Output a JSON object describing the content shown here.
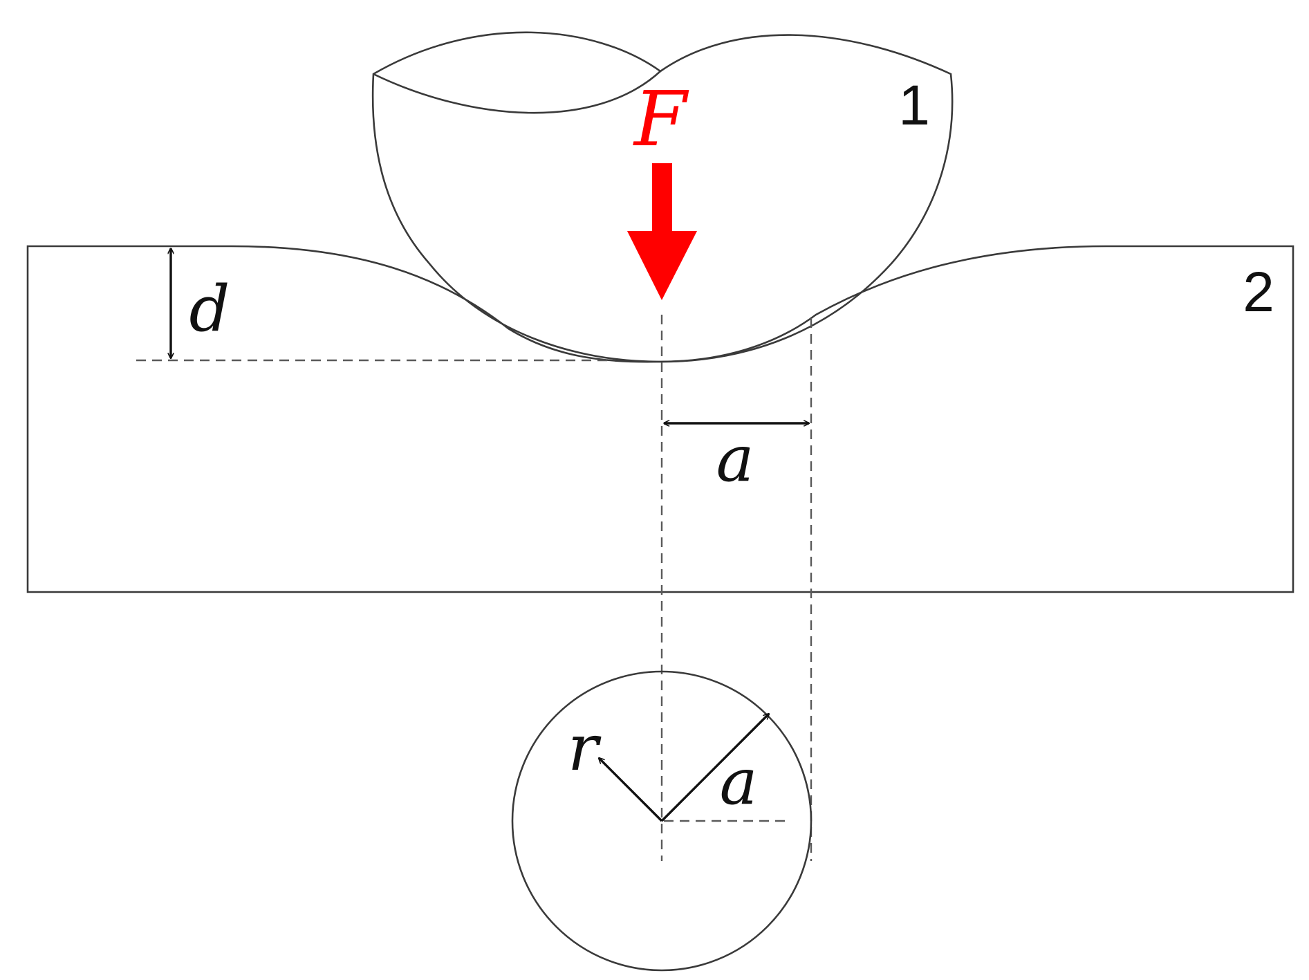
{
  "labels": {
    "force": "F",
    "body1": "1",
    "body2": "2",
    "depth": "d",
    "radius_section": "a",
    "radius_plan": "a",
    "radial_coord": "r"
  },
  "colors": {
    "force_arrow": "#ff0000",
    "outline": "#3a3a3a",
    "text": "#111111"
  }
}
